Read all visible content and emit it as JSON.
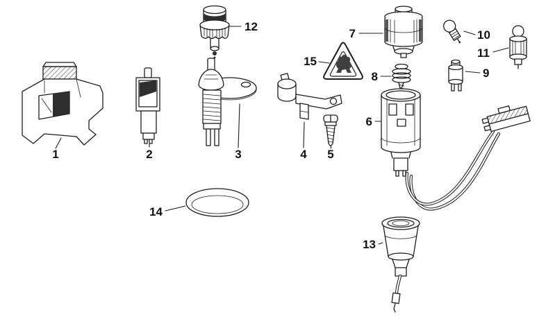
{
  "diagram": {
    "background_color": "#ffffff",
    "line_color": "#1c1c1c",
    "label_color": "#111111",
    "description_icons": [
      "warning-triangle-emblem"
    ]
  },
  "parts": [
    {
      "label": "1"
    },
    {
      "label": "2"
    },
    {
      "label": "3"
    },
    {
      "label": "4"
    },
    {
      "label": "5"
    },
    {
      "label": "6"
    },
    {
      "label": "7"
    },
    {
      "label": "8"
    },
    {
      "label": "9"
    },
    {
      "label": "10"
    },
    {
      "label": "11"
    },
    {
      "label": "12"
    },
    {
      "label": "13"
    },
    {
      "label": "14"
    },
    {
      "label": "15"
    }
  ]
}
